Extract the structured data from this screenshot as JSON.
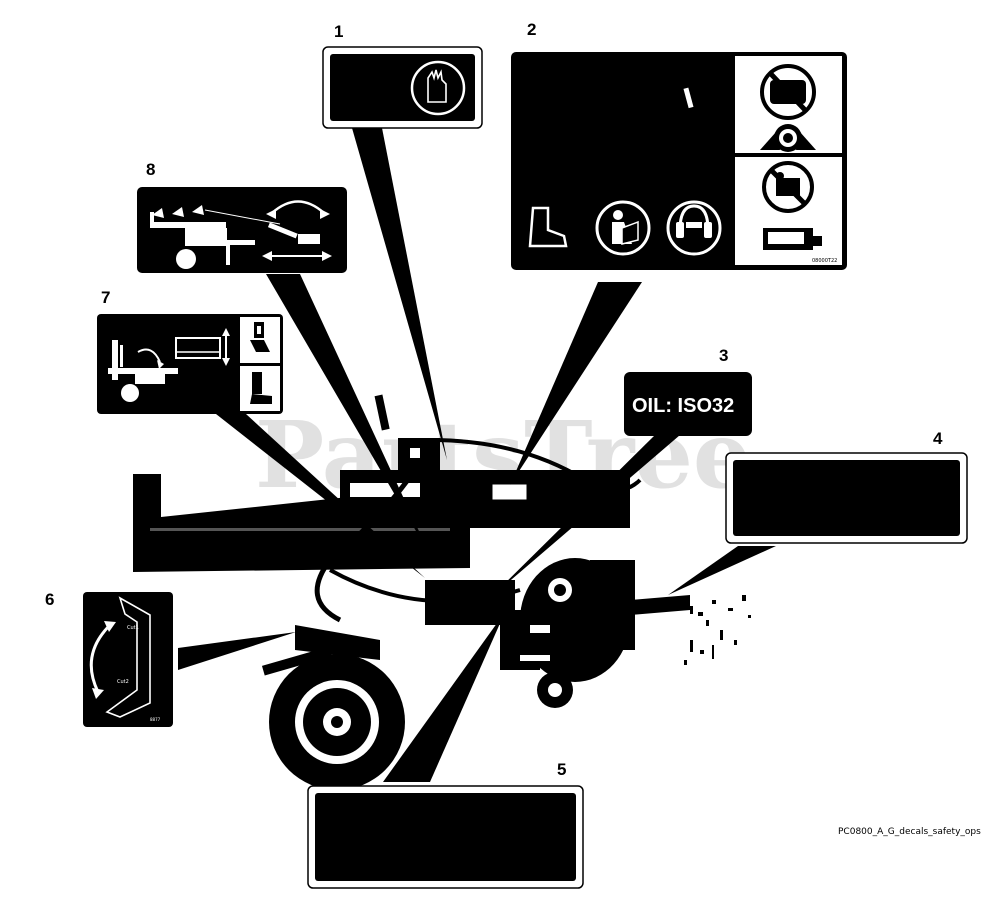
{
  "watermark": "PartsTree",
  "reference_code": "PC0800_A_G_decals_safety_ops",
  "callouts": [
    {
      "id": "1",
      "label": "1"
    },
    {
      "id": "2",
      "label": "2"
    },
    {
      "id": "3",
      "label": "3"
    },
    {
      "id": "4",
      "label": "4"
    },
    {
      "id": "5",
      "label": "5"
    },
    {
      "id": "6",
      "label": "6"
    },
    {
      "id": "7",
      "label": "7"
    },
    {
      "id": "8",
      "label": "8"
    }
  ],
  "decal_3_text": "OIL: ISO32",
  "decal_2_code": "08000T22",
  "decal_6_label_top": "Cut1",
  "decal_6_label_bottom": "Cut2",
  "decal_6_code": "8877",
  "colors": {
    "decal": "#000000",
    "background": "#ffffff",
    "watermark": "#d8d8d8"
  }
}
